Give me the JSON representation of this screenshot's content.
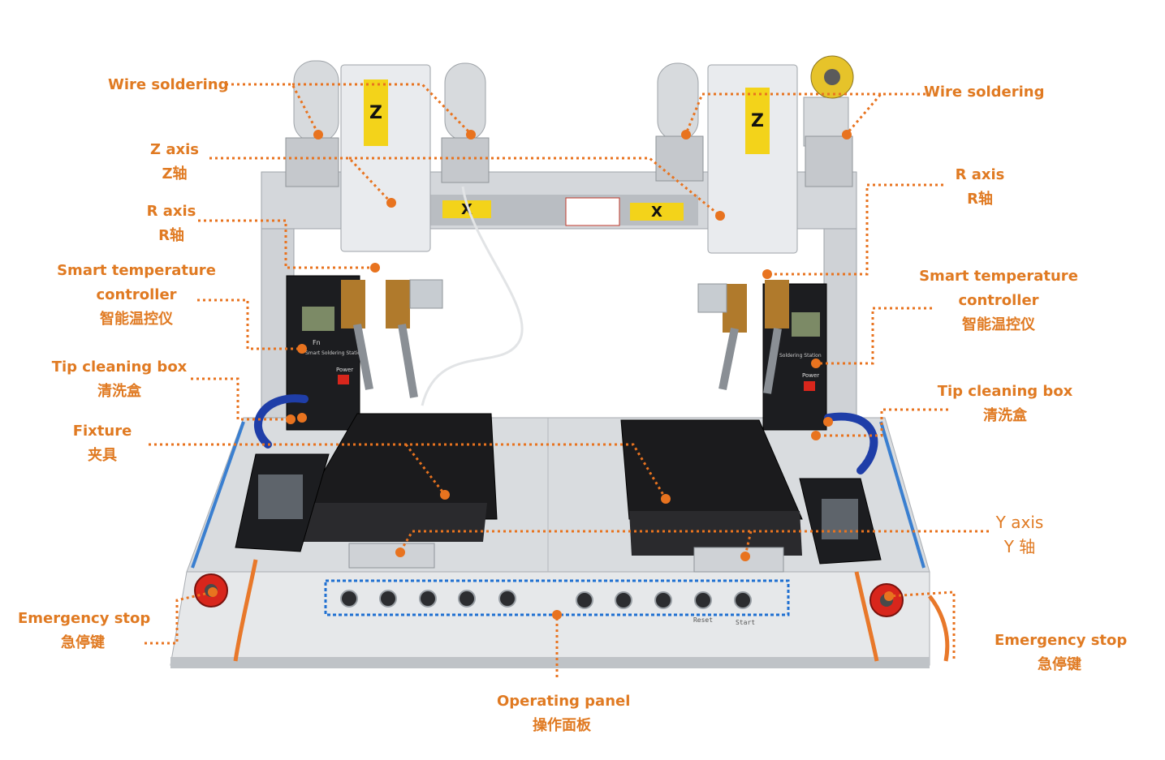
{
  "labels": {
    "wire_soldering_left": {
      "en": "Wire soldering"
    },
    "wire_soldering_right": {
      "en": "Wire soldering"
    },
    "z_axis": {
      "en": "Z axis",
      "zh": "Z轴"
    },
    "r_axis_left": {
      "en": "R axis",
      "zh": "R轴"
    },
    "r_axis_right": {
      "en": "R axis",
      "zh": "R轴"
    },
    "temp_controller_left": {
      "en1": "Smart temperature",
      "en2": "controller",
      "zh": "智能温控仪"
    },
    "temp_controller_right": {
      "en1": "Smart temperature",
      "en2": "controller",
      "zh": "智能温控仪"
    },
    "tip_cleaning_left": {
      "en": "Tip cleaning box",
      "zh": "清洗盒"
    },
    "tip_cleaning_right": {
      "en": "Tip cleaning box",
      "zh": "清洗盒"
    },
    "fixture": {
      "en": "Fixture",
      "zh": "夹具"
    },
    "y_axis": {
      "en": "Y axis",
      "zh": "Y 轴"
    },
    "emergency_left": {
      "en": "Emergency stop",
      "zh": "急停键"
    },
    "emergency_right": {
      "en": "Emergency stop",
      "zh": "急停键"
    },
    "operating_panel": {
      "en": "Operating panel",
      "zh": "操作面板"
    }
  },
  "machine_markings": {
    "z_badge": "Z",
    "x_badge": "X",
    "power_label": "Power",
    "fn_label": "Fn",
    "station_label_left": "Smart Soldering Station",
    "station_label_right": "Soldering Station",
    "panel_button_reset": "Reset",
    "panel_button_start": "Start"
  },
  "colors": {
    "label_orange": "#e07a22",
    "leader_orange": "#e8731f",
    "panel_box_blue": "#1f6fd1",
    "frame_gray": "#c9ccd0",
    "fixture_black": "#1b1b1d",
    "emergency_red": "#d8261c",
    "hose_blue": "#1f3ea8",
    "cable_orange": "#e8782a"
  }
}
